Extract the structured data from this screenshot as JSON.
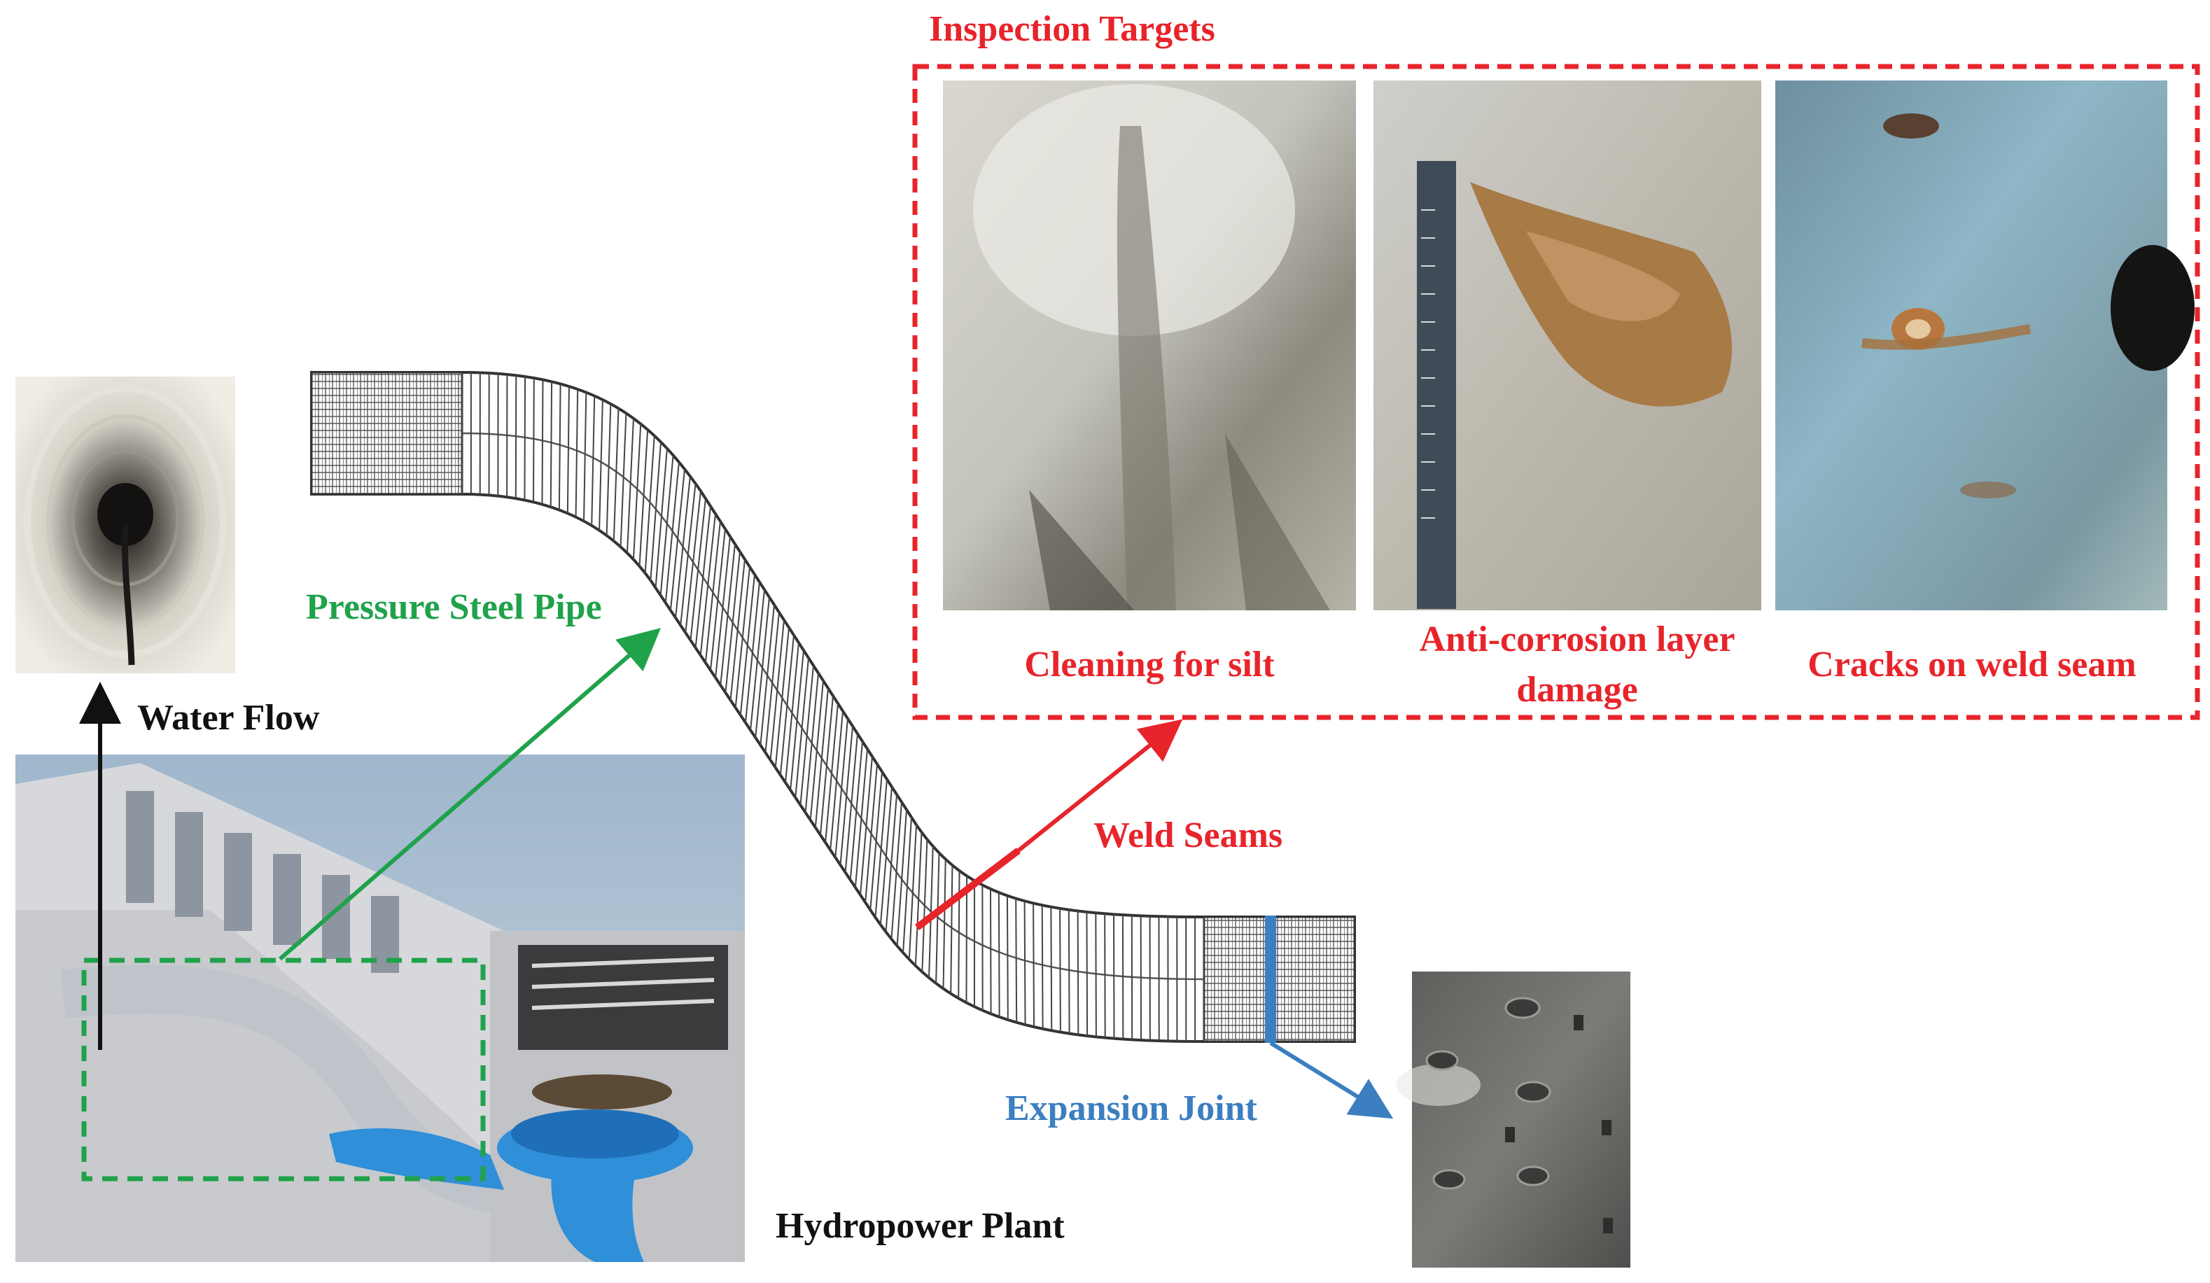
{
  "labels": {
    "inspection_targets": "Inspection Targets",
    "cleaning_for_silt": "Cleaning for silt",
    "anti_corrosion_line1": "Anti-corrosion layer",
    "anti_corrosion_line2": "damage",
    "cracks_on_weld_seam": "Cracks on weld seam",
    "pressure_steel_pipe": "Pressure Steel Pipe",
    "water_flow": "Water Flow",
    "weld_seams": "Weld Seams",
    "expansion_joint": "Expansion Joint",
    "hydropower_plant": "Hydropower Plant"
  },
  "colors": {
    "red": "#e8242b",
    "green": "#1fa24a",
    "blue": "#3b7fc0",
    "black": "#111111"
  },
  "photos": [
    "pipe-interior-photo",
    "silt-photo",
    "anti-corrosion-damage-photo",
    "weld-crack-photo",
    "expansion-joint-photo",
    "hydropower-plant-photo"
  ]
}
